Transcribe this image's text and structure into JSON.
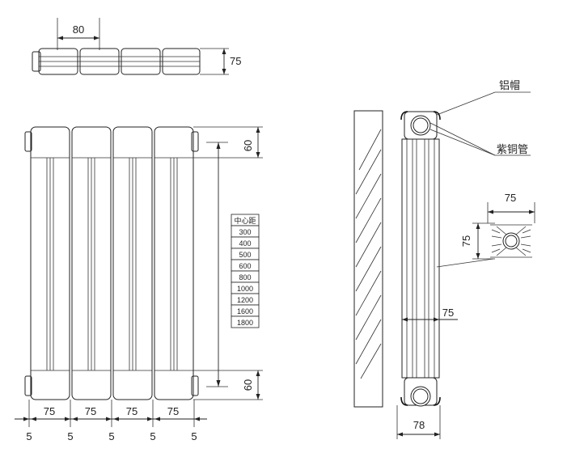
{
  "top_view": {
    "width_dim": "80",
    "height_dim": "75"
  },
  "front_view": {
    "header_dim": "60",
    "footer_dim": "60",
    "pitch_dims": [
      "75",
      "75",
      "75",
      "75"
    ],
    "gap_dims": [
      "5",
      "5",
      "5",
      "5",
      "5"
    ],
    "table_header": "中心距",
    "table_rows": [
      "300",
      "400",
      "500",
      "600",
      "800",
      "1000",
      "1200",
      "1600",
      "1800"
    ]
  },
  "side_view": {
    "label_cap": "铝帽",
    "label_pipe": "紫铜管",
    "section_width_dim": "75",
    "section_height_dim": "75",
    "body_width_dim": "75",
    "overall_width_dim": "78"
  }
}
